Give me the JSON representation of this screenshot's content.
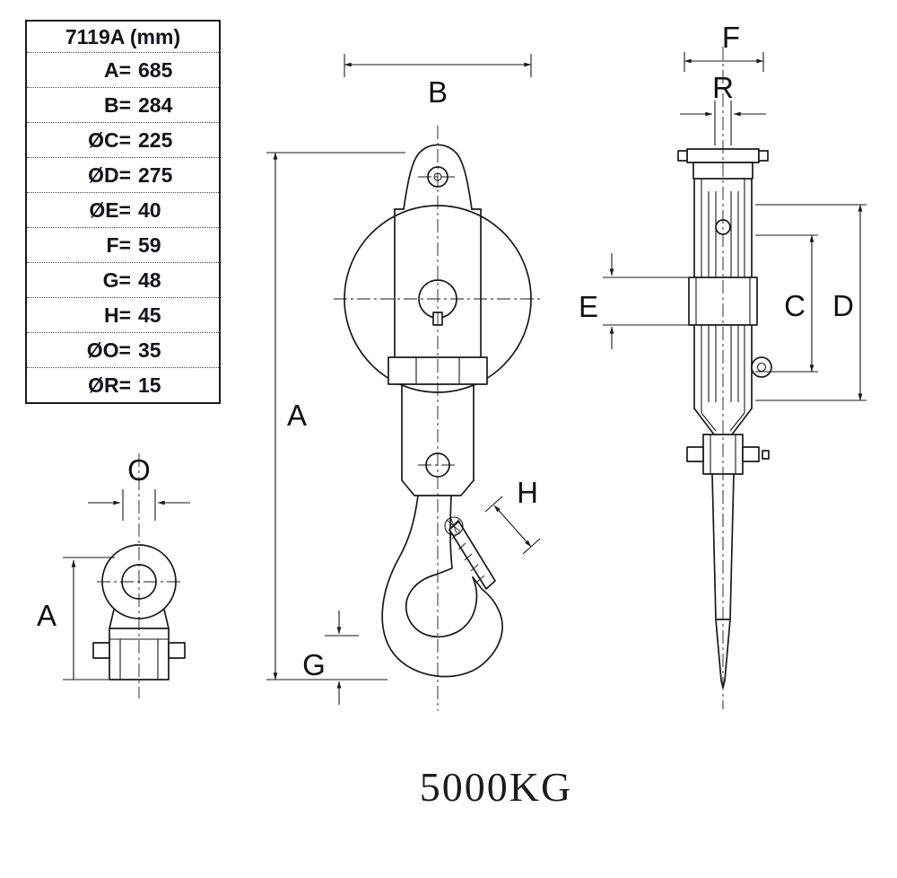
{
  "table": {
    "header": "7119A  (mm)",
    "rows": [
      {
        "label": "A=",
        "value": "685"
      },
      {
        "label": "B=",
        "value": "284"
      },
      {
        "label": "ØC=",
        "value": "225"
      },
      {
        "label": "ØD=",
        "value": "275"
      },
      {
        "label": "ØE=",
        "value": "40"
      },
      {
        "label": "F=",
        "value": "59"
      },
      {
        "label": "G=",
        "value": "48"
      },
      {
        "label": "H=",
        "value": "45"
      },
      {
        "label": "ØO=",
        "value": "35"
      },
      {
        "label": "ØR=",
        "value": "15"
      }
    ]
  },
  "labels": {
    "front": {
      "b": "B",
      "a": "A",
      "h": "H",
      "g": "G"
    },
    "side": {
      "f": "F",
      "r": "R",
      "e": "E",
      "c": "C",
      "d": "D"
    },
    "detail": {
      "o": "O",
      "a": "A"
    }
  },
  "capacity": "5000KG",
  "colors": {
    "ink": "#1a1a1a"
  }
}
